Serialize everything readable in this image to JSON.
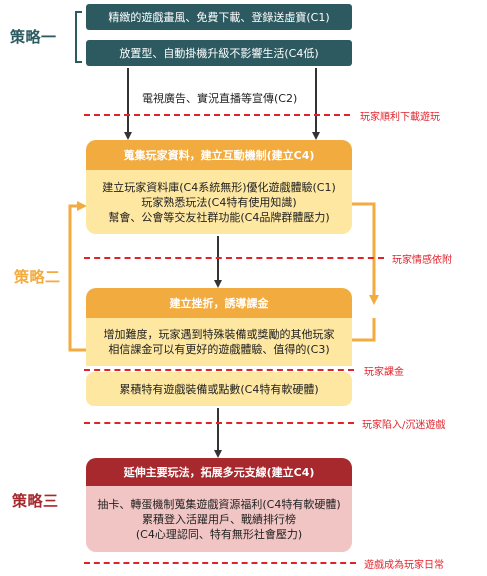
{
  "strategies": {
    "s1": "策略一",
    "s2": "策略二",
    "s3": "策略三"
  },
  "block1": {
    "top": "精緻的遊戲畫風、免費下載、登錄送虛寶(C1)",
    "bottom": "放置型、自動掛機升級不影響生活(C4低)",
    "note": "電視廣告、實況直播等宣傳(C2)"
  },
  "block2": {
    "header": "蒐集玩家資料，建立互動機制(建立C4)",
    "lines": [
      "建立玩家資料庫(C4系統無形)優化遊戲體驗(C1)",
      "玩家熟悉玩法(C4特有使用知識)",
      "幫會、公會等交友社群功能(C4品牌群體壓力)"
    ]
  },
  "block3": {
    "header": "建立挫折，誘導課金",
    "lines": [
      "增加難度，玩家遇到特殊裝備或獎勵的其他玩家",
      "相信課金可以有更好的遊戲體驗、值得的(C3)"
    ],
    "extra": "累積特有遊戲裝備或點數(C4特有軟硬體)"
  },
  "block4": {
    "header": "延伸主要玩法，拓展多元支線(建立C4)",
    "lines": [
      "抽卡、轉蛋機制蒐集遊戲資源福利(C4特有軟硬體)",
      "累積登入活躍用戶、戰績排行榜",
      "(C4心理認同、特有無形社會壓力)"
    ]
  },
  "stages": [
    "玩家順利下載遊玩",
    "玩家情感依附",
    "玩家課金",
    "玩家陷入/沉迷遊戲",
    "遊戲成為玩家日常"
  ],
  "colors": {
    "dark_teal": "#2d5a60",
    "orange": "#f2ab3f",
    "light_yellow": "#fde7a1",
    "dark_red": "#a7282d",
    "light_pink": "#f2c5c5",
    "stage_red": "#e0232b"
  }
}
